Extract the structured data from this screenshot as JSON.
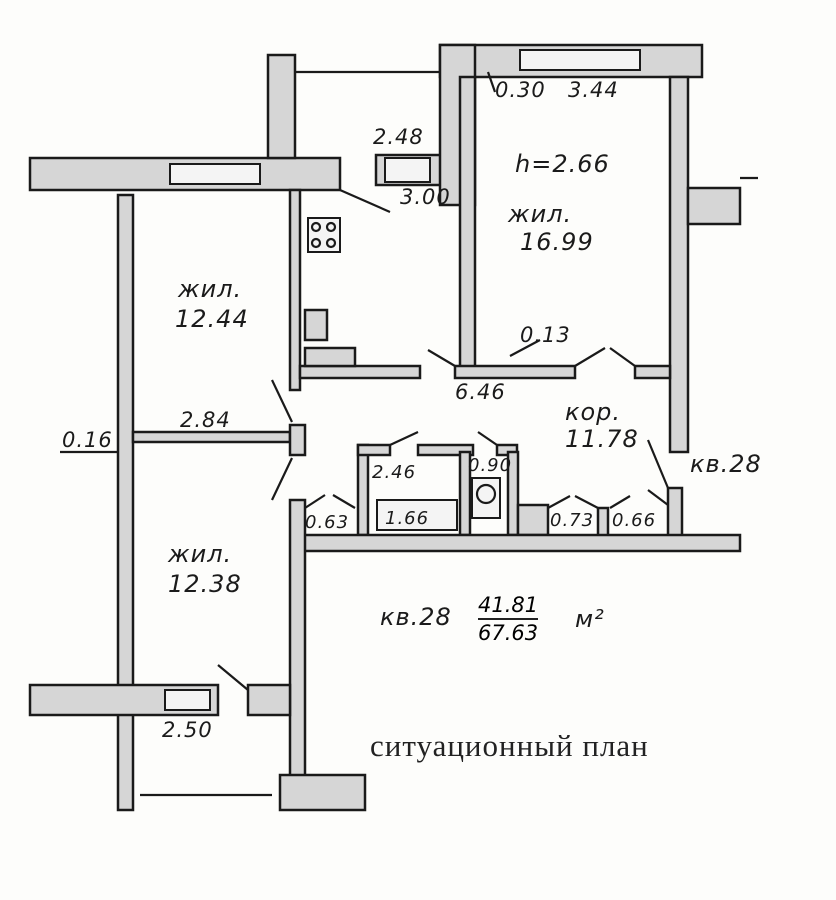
{
  "rooms": [
    {
      "type": "жил.",
      "area": "16.99"
    },
    {
      "type": "жил.",
      "area": "12.44"
    },
    {
      "type": "жил.",
      "area": "12.38"
    },
    {
      "type": "кор.",
      "area": "11.78"
    }
  ],
  "ceiling_height": "h=2.66",
  "dimensions": {
    "d030": "0.30",
    "d344": "3.44",
    "d248": "2.48",
    "d300": "3.00",
    "d013": "0.13",
    "d646": "6.46",
    "d016": "0.16",
    "d284": "2.84",
    "d246": "2.46",
    "d090": "0.90",
    "d166": "1.66",
    "d063": "0.63",
    "d073": "0.73",
    "d066": "0.66",
    "d250": "2.50"
  },
  "apartment_label": "кв.28",
  "summary": {
    "apartment": "кв.28",
    "living_area": "41.81",
    "total_area": "67.63",
    "unit": "м²"
  },
  "title": "ситуационный план"
}
